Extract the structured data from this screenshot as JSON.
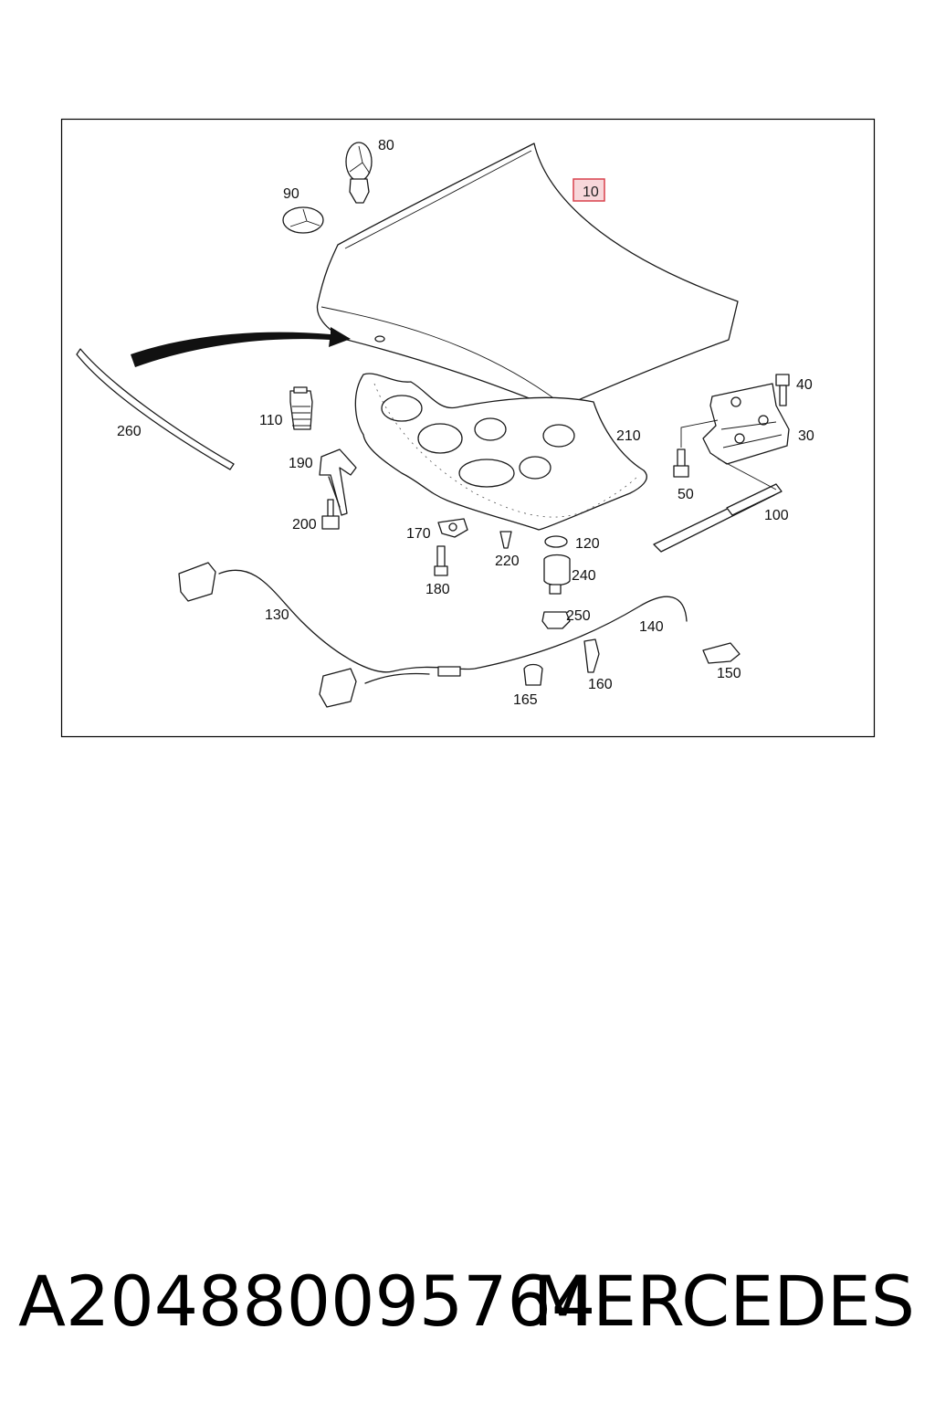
{
  "diagram": {
    "highlight_color": "#d9414c",
    "highlight_fill": "#f7d7da",
    "callouts": {
      "c10": "10",
      "c30": "30",
      "c40": "40",
      "c50": "50",
      "c80": "80",
      "c90": "90",
      "c100": "100",
      "c110": "110",
      "c120": "120",
      "c130": "130",
      "c140": "140",
      "c150": "150",
      "c160": "160",
      "c165": "165",
      "c170": "170",
      "c180": "180",
      "c190": "190",
      "c200": "200",
      "c210": "210",
      "c220": "220",
      "c240": "240",
      "c250": "250",
      "c260": "260"
    }
  },
  "footer": {
    "part_number": "A204880095764",
    "brand": "MERCEDES"
  }
}
